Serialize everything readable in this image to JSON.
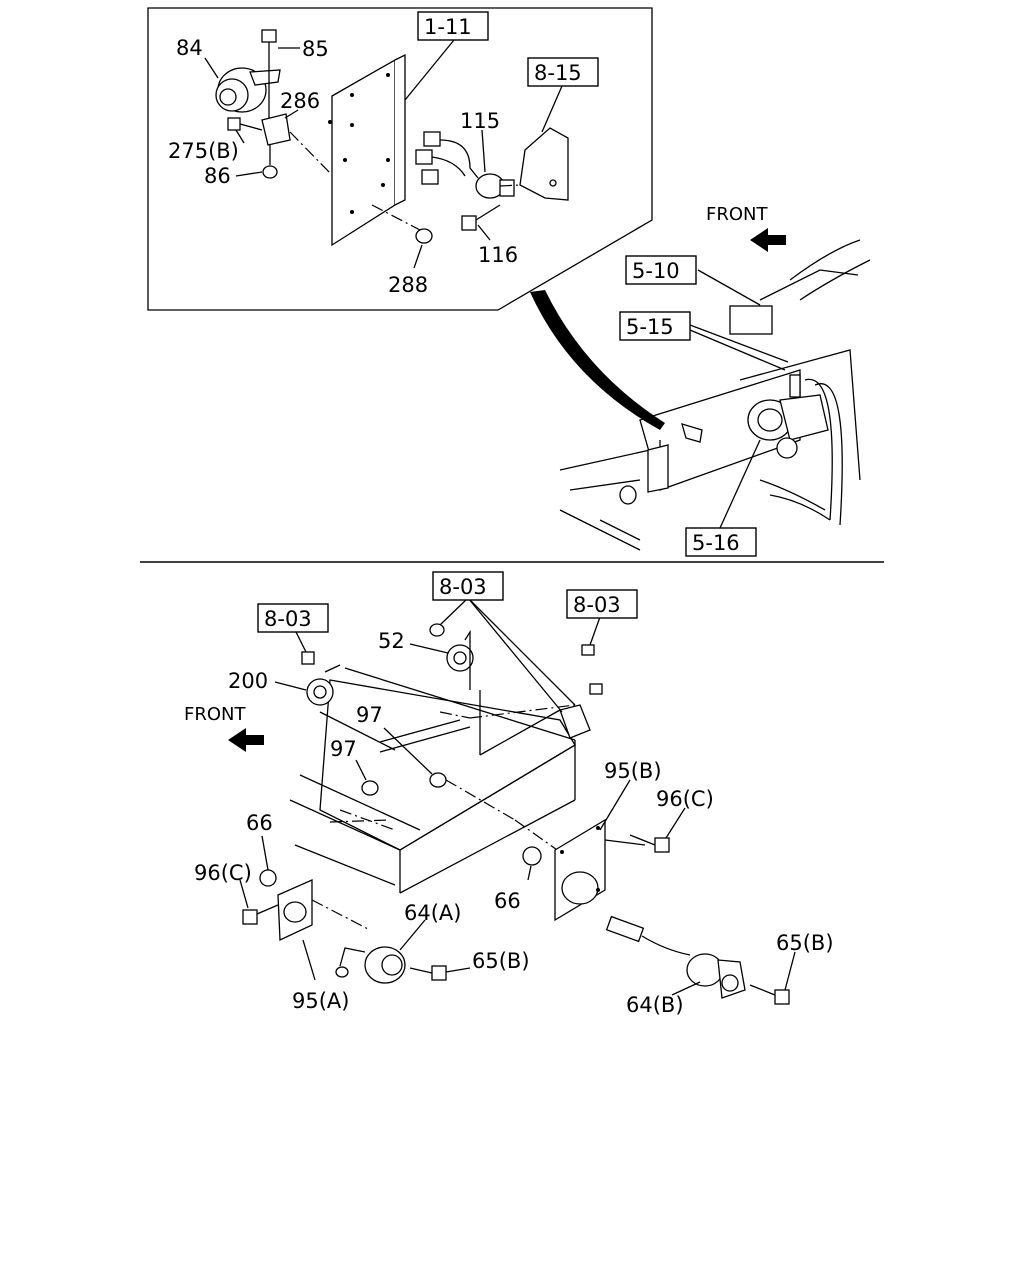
{
  "upper": {
    "ref_1_11": "1-11",
    "ref_8_15": "8-15",
    "ref_5_10": "5-10",
    "ref_5_15": "5-15",
    "ref_5_16": "5-16",
    "front": "FRONT",
    "p84": "84",
    "p85": "85",
    "p286": "286",
    "p275b": "275(B)",
    "p86": "86",
    "p115": "115",
    "p116": "116",
    "p288": "288"
  },
  "lower": {
    "ref_8_03_a": "8-03",
    "ref_8_03_b": "8-03",
    "ref_8_03_c": "8-03",
    "front": "FRONT",
    "p52": "52",
    "p200": "200",
    "p97a": "97",
    "p97b": "97",
    "p66a": "66",
    "p66b": "66",
    "p96c_a": "96(C)",
    "p96c_b": "96(C)",
    "p95a": "95(A)",
    "p95b": "95(B)",
    "p64a": "64(A)",
    "p64b": "64(B)",
    "p65b_a": "65(B)",
    "p65b_b": "65(B)"
  }
}
